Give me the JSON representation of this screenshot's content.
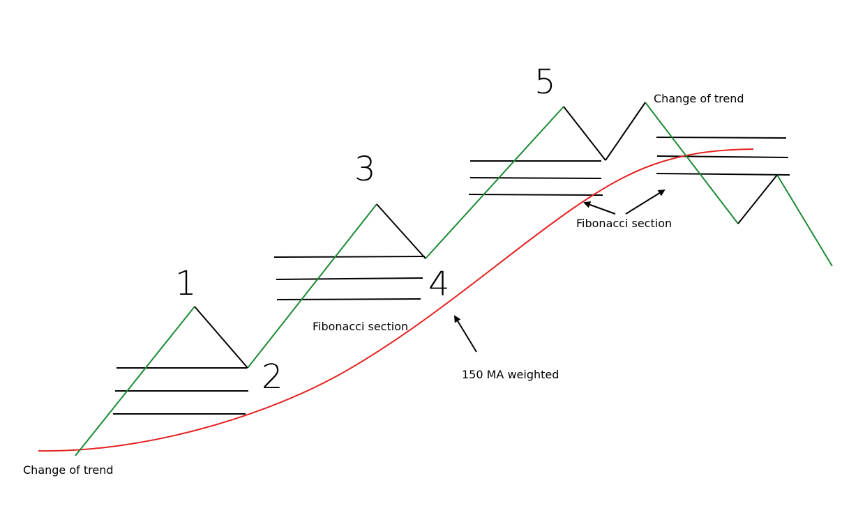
{
  "wave_labels": [
    "1",
    "2",
    "3",
    "4",
    "5"
  ],
  "annotations": {
    "change_of_trend_start": "Change of trend",
    "change_of_trend_end": "Change of trend",
    "fibonacci_section_1": "Fibonacci section",
    "fibonacci_section_2": "Fibonacci section",
    "moving_average": "150 MA weighted"
  },
  "colors": {
    "impulse_up": "#1a8a34",
    "impulse_down": "#1a8a34",
    "correction": "#000000",
    "moving_average": "#e52222",
    "fib_levels": "#000000",
    "arrows": "#000000"
  }
}
